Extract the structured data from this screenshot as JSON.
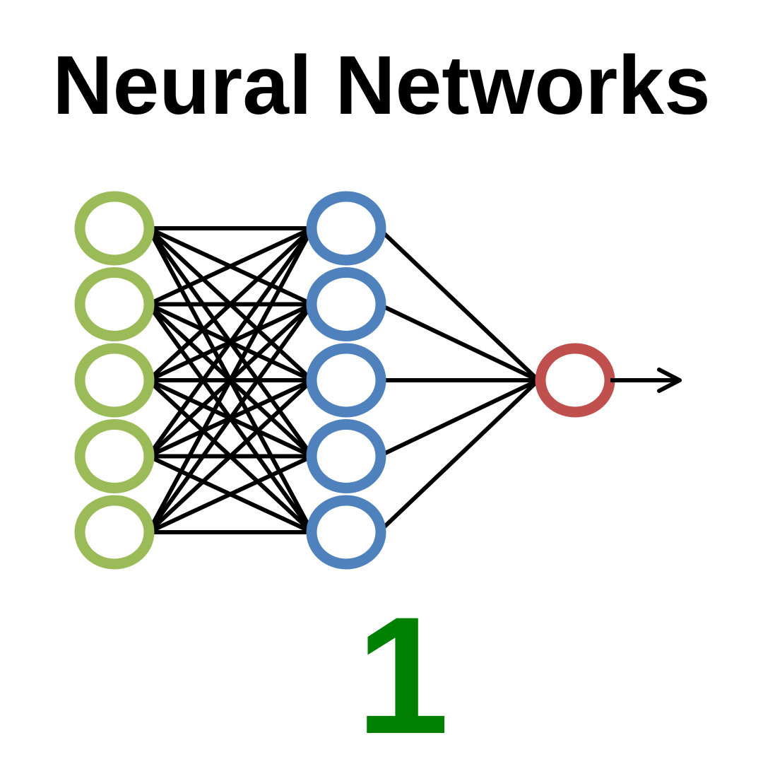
{
  "title": "Neural Networks",
  "number": "1",
  "colors": {
    "input": "#9bbb59",
    "hidden": "#4f81bd",
    "output": "#c0504d",
    "edge": "#000000",
    "number": "#008000"
  },
  "network": {
    "layers": [
      {
        "name": "input",
        "count": 5,
        "color_key": "input"
      },
      {
        "name": "hidden",
        "count": 5,
        "color_key": "hidden"
      },
      {
        "name": "output",
        "count": 1,
        "color_key": "output"
      }
    ],
    "connections": "fully-connected",
    "output_arrow": true
  }
}
